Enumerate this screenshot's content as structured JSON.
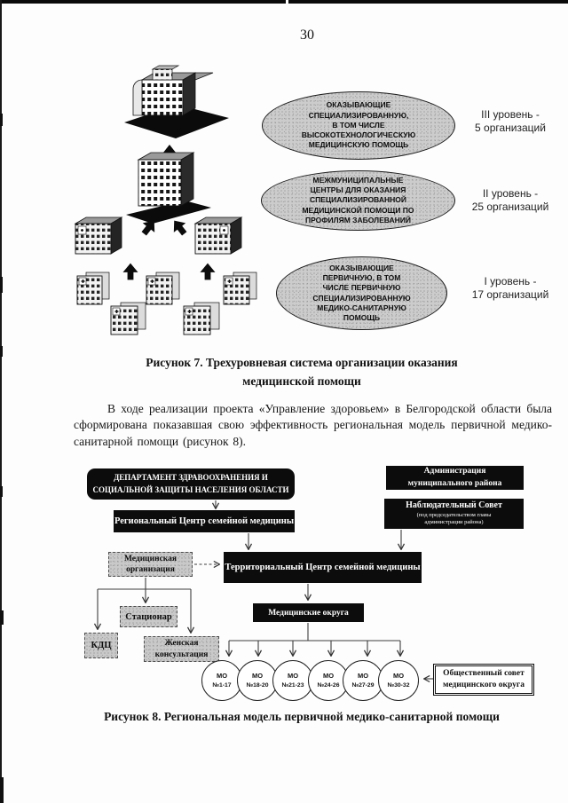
{
  "page": {
    "number": "30"
  },
  "colors": {
    "diagram_box_black": "#0c0c0c",
    "speckled_gray": "#cccccc",
    "text": "#111111"
  },
  "figure7": {
    "caption": "Рисунок 7. Трехуровневая система организации оказания\nмедицинской помощи",
    "illustration": "three-level pyramid of hospital buildings",
    "levels": [
      {
        "ellipse_text": "ОКАЗЫВАЮЩИЕ\nСПЕЦИАЛИЗИРОВАННУЮ,\nВ ТОМ ЧИСЛЕ\nВЫСОКОТЕХНОЛОГИЧЕСКУЮ\nМЕДИЦИНСКУЮ ПОМОЩЬ",
        "level_label": "III уровень -\n5 организаций"
      },
      {
        "ellipse_text": "МЕЖМУНИЦИПАЛЬНЫЕ\nЦЕНТРЫ ДЛЯ ОКАЗАНИЯ\nСПЕЦИАЛИЗИРОВАННОЙ\nМЕДИЦИНСКОЙ ПОМОЩИ ПО\nПРОФИЛЯМ ЗАБОЛЕВАНИЙ",
        "level_label": "II уровень -\n25 организаций"
      },
      {
        "ellipse_text": "ОКАЗЫВАЮЩИЕ\nПЕРВИЧНУЮ, В ТОМ\nЧИСЛЕ ПЕРВИЧНУЮ\nСПЕЦИАЛИЗИРОВАННУЮ\nМЕДИКО-САНИТАРНУЮ\nПОМОЩЬ",
        "level_label": "I уровень -\n17 организаций"
      }
    ]
  },
  "paragraph": "В ходе реализации проекта «Управление здоровьем» в Белгородской области была сформирована показавшая свою эффективность региональная модель первичной медико-санитарной помощи (рисунок 8).",
  "figure8": {
    "caption": "Рисунок 8. Региональная модель первичной медико-санитарной помощи",
    "boxes": {
      "department": "ДЕПАРТАМЕНТ ЗДРАВООХРАНЕНИЯ И\nСОЦИАЛЬНОЙ ЗАЩИТЫ НАСЕЛЕНИЯ ОБЛАСТИ",
      "regional_center": "Региональный Центр семейной медицины",
      "administration": "Администрация\nмуниципального района",
      "supervisory_board_title": "Наблюдательный Совет",
      "supervisory_board_sub": "(под председательством главы\nадминистрации района)",
      "territorial_center": "Территориальный Центр семейной медицины",
      "medical_org": "Медицинская\nорганизация",
      "inpatient": "Стационар",
      "kdc": "КДЦ",
      "womens_clinic": "Женская\nконсультация",
      "medical_districts": "Медицинские округа",
      "public_council": "Общественный совет\nмедицинского округа"
    },
    "districts": [
      {
        "label": "МО",
        "range": "№1-17"
      },
      {
        "label": "МО",
        "range": "№18-20"
      },
      {
        "label": "МО",
        "range": "№21-23"
      },
      {
        "label": "МО",
        "range": "№24-26"
      },
      {
        "label": "МО",
        "range": "№27-29"
      },
      {
        "label": "МО",
        "range": "№30-32"
      }
    ]
  }
}
